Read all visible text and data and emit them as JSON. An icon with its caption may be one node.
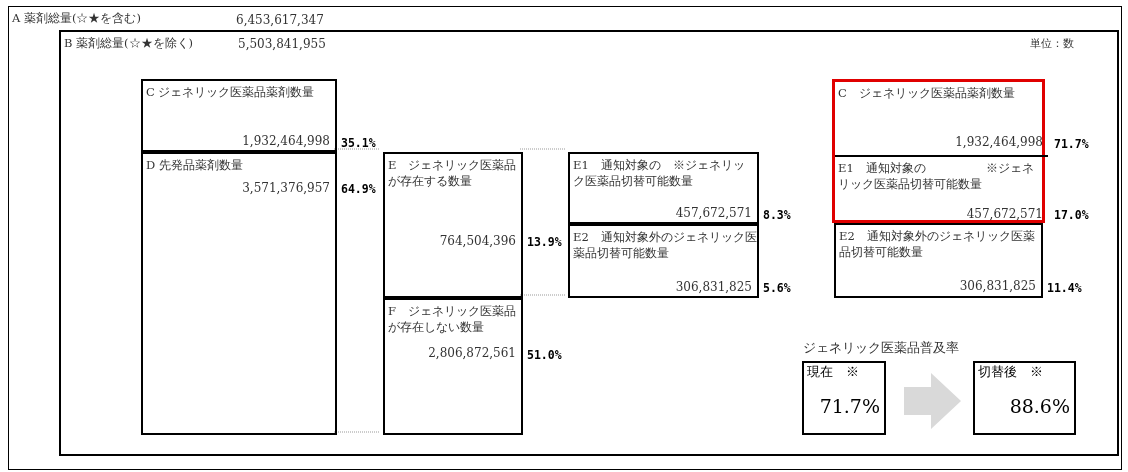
{
  "diagram": {
    "nodes": [
      {
        "text": [
          "A 薬剤総量(☆★を含む)",
          "6,453,617,347"
        ]
      },
      {
        "text": [
          "B 薬剤総量(☆★を除く)",
          "5,503,841,955"
        ],
        "in": 0
      },
      {
        "text": [
          "C ジェネリック医薬品薬剤数量",
          "1,932,464,998"
        ],
        "beside": [
          "35.1%"
        ],
        "in": 1
      },
      {
        "text": [
          "D 先発品薬剤数量",
          "3,571,376,957"
        ],
        "beside": [
          "64.9%"
        ],
        "in": 1
      },
      {
        "text": [
          "E　ジェネリック医薬品が存在する数量",
          "764,504,396"
        ],
        "beside": [
          "13.9%"
        ],
        "in": 1
      },
      {
        "text": [
          "F　ジェネリック医薬品が存在しない数量",
          "2,806,872,561"
        ],
        "beside": [
          "51.0%"
        ],
        "in": 1
      },
      {
        "text": [
          "E1　通知対象の　※ジェネリック医薬品切替可能数量",
          "457,672,571"
        ],
        "beside": [
          "8.3%"
        ],
        "in": 1
      },
      {
        "text": [
          "E2　通知対象外のジェネリック医薬品切替可能数量",
          "306,831,825"
        ],
        "beside": [
          "5.6%"
        ],
        "in": 1
      },
      {
        "text": [],
        "shape": "box",
        "in": 1
      },
      {
        "text": [
          "C　ジェネリック医薬品薬剤数量",
          "1,932,464,998"
        ],
        "beside": [
          "71.7%"
        ],
        "in": 8
      },
      {
        "text": [
          "E1　通知対象の　　　　　※ジェネリック医薬品切替可能数量",
          "457,672,571"
        ],
        "beside": [
          "17.0%"
        ],
        "in": 8
      },
      {
        "text": [
          "E2　通知対象外のジェネリック医薬品切替可能数量",
          "306,831,825"
        ],
        "beside": [
          "11.4%"
        ],
        "in": 1
      },
      {
        "text": [
          "現在　※",
          "71.7%"
        ],
        "in": 1
      },
      {
        "text": [
          "切替後　※",
          "88.6%"
        ],
        "in": 1
      }
    ],
    "edges": [
      {
        "from": 12,
        "to": 13,
        "arrow": "to",
        "style": "thick"
      }
    ],
    "labels": [
      "単位：数",
      "ジェネリック医薬品普及率"
    ]
  }
}
